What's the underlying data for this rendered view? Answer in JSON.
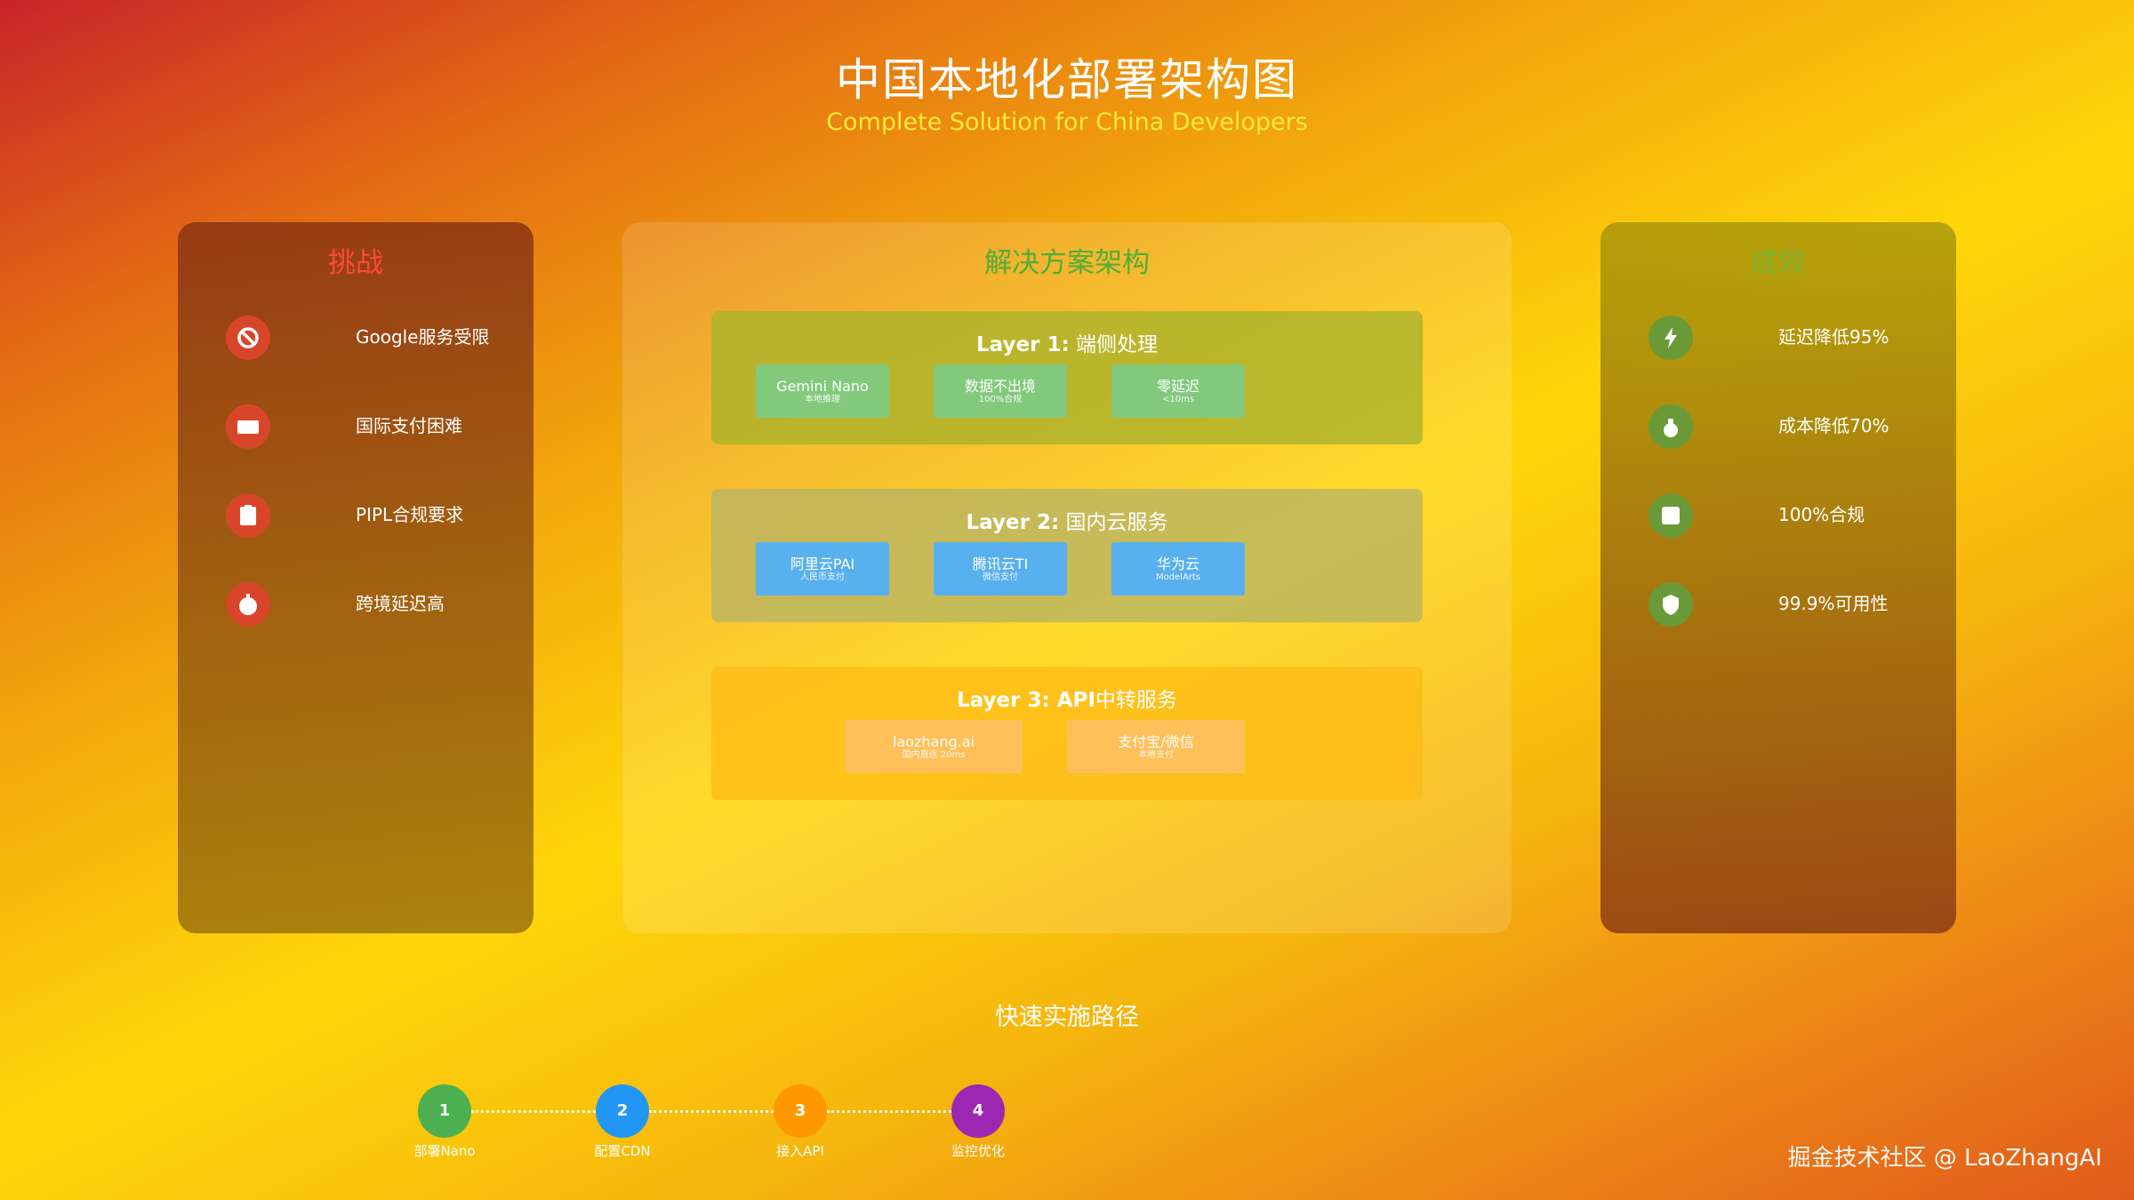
{
  "header": {
    "title": "中国本地化部署架构图",
    "subtitle": "Complete Solution for China Developers"
  },
  "challenges": {
    "title": "挑战",
    "items": [
      {
        "label": "Google服务受限",
        "icon": "ban-icon"
      },
      {
        "label": "国际支付困难",
        "icon": "credit-card-icon"
      },
      {
        "label": "PIPL合规要求",
        "icon": "clipboard-icon"
      },
      {
        "label": "跨境延迟高",
        "icon": "stopwatch-icon"
      }
    ]
  },
  "solution": {
    "title": "解决方案架构",
    "layers": [
      {
        "title_bold": "Layer 1:",
        "title_rest": " 端侧处理",
        "boxes": [
          {
            "label": "Gemini Nano",
            "sub": "本地推理"
          },
          {
            "label": "数据不出境",
            "sub": "100%合规"
          },
          {
            "label": "零延迟",
            "sub": "<10ms"
          }
        ]
      },
      {
        "title_bold": "Layer 2:",
        "title_rest": " 国内云服务",
        "boxes": [
          {
            "label": "阿里云PAI",
            "sub": "人民币支付"
          },
          {
            "label": "腾讯云TI",
            "sub": "微信支付"
          },
          {
            "label": "华为云",
            "sub": "ModelArts"
          }
        ]
      },
      {
        "title_bold": "Layer 3: API",
        "title_rest": "中转服务",
        "boxes": [
          {
            "label": "laozhang.ai",
            "sub": "国内直连 20ms"
          },
          {
            "label": "支付宝/微信",
            "sub": "本地支付"
          }
        ]
      }
    ]
  },
  "results": {
    "title": "成效",
    "items": [
      {
        "label": "延迟降低95%",
        "icon": "lightning-icon"
      },
      {
        "label": "成本降低70%",
        "icon": "money-bag-icon"
      },
      {
        "label": "100%合规",
        "icon": "check-square-icon"
      },
      {
        "label": "99.9%可用性",
        "icon": "shield-icon"
      }
    ]
  },
  "path": {
    "title": "快速实施路径",
    "steps": [
      {
        "number": "1",
        "label": "部署Nano",
        "color": "#4caf50"
      },
      {
        "number": "2",
        "label": "配置CDN",
        "color": "#2196f3"
      },
      {
        "number": "3",
        "label": "接入API",
        "color": "#ff9800"
      },
      {
        "number": "4",
        "label": "监控优化",
        "color": "#9c27b0"
      }
    ]
  },
  "watermark": "掘金技术社区 @ LaoZhangAI"
}
